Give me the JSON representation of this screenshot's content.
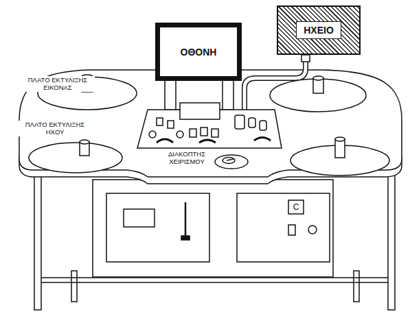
{
  "diagram": {
    "nodes": [
      {
        "text": [
          "ΟΘΟΝΗ"
        ]
      },
      {
        "text": [
          "ΗΧΕΙΟ"
        ]
      }
    ],
    "labels": [
      "ΠΛΑΤΟ ΕΚΤΥΛΙΞΗΣ ΕΙΚΟΝΑΣ",
      "ΠΛΑΤΟ ΕΚΤΥΛΙΞΗΣ ΗΧΟΥ",
      "ΔΙΑΚΟΠΤΗΣ ΧΕΙΡΙΣΜΟΥ",
      "C"
    ]
  }
}
